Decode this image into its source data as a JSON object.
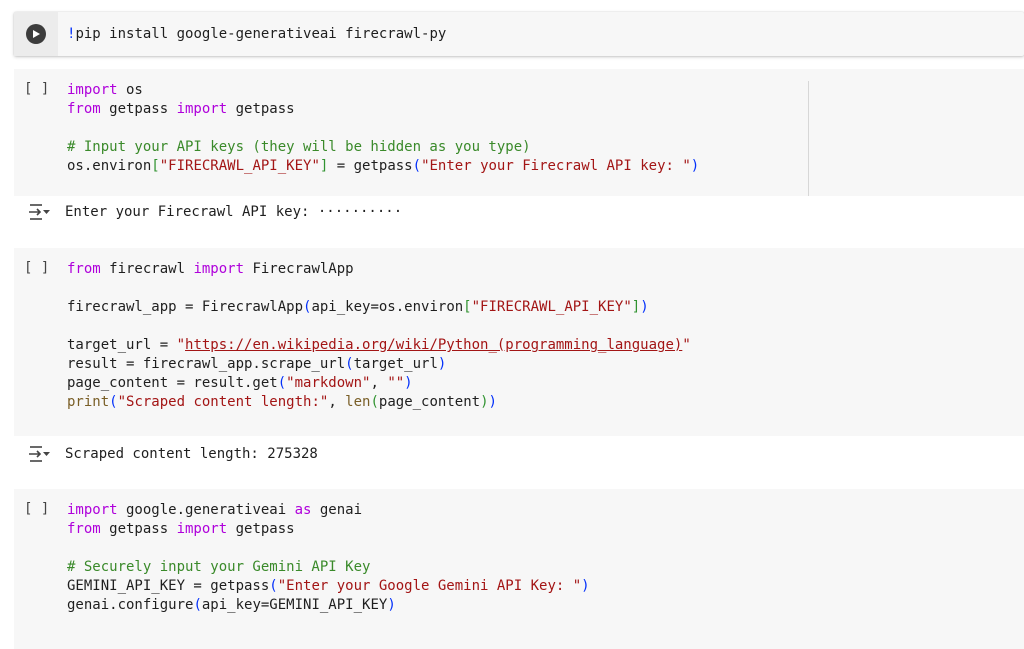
{
  "cells": [
    {
      "id": "cell-1",
      "state": "focused",
      "run_icon": "play-circle-icon",
      "lines": [
        [
          {
            "t": "!",
            "c": "bang"
          },
          {
            "t": "pip install google-generativeai firecrawl-py",
            "c": ""
          }
        ]
      ]
    },
    {
      "id": "cell-2",
      "execution_label": "[ ]",
      "lines": [
        [
          {
            "t": "import",
            "c": "kw"
          },
          {
            "t": " os",
            "c": ""
          }
        ],
        [
          {
            "t": "from",
            "c": "kw"
          },
          {
            "t": " getpass ",
            "c": ""
          },
          {
            "t": "import",
            "c": "kw"
          },
          {
            "t": " getpass",
            "c": ""
          }
        ],
        [],
        [
          {
            "t": "# Input your API keys (they will be hidden as you type)",
            "c": "cm"
          }
        ],
        [
          {
            "t": "os.environ",
            "c": ""
          },
          {
            "t": "[",
            "c": "b2"
          },
          {
            "t": "\"FIRECRAWL_API_KEY\"",
            "c": "str"
          },
          {
            "t": "]",
            "c": "b2"
          },
          {
            "t": " = getpass",
            "c": ""
          },
          {
            "t": "(",
            "c": "b1"
          },
          {
            "t": "\"Enter your Firecrawl API key: \"",
            "c": "str"
          },
          {
            "t": ")",
            "c": "b1"
          }
        ]
      ],
      "output": {
        "icon": "output-collapse-icon",
        "text": "Enter your Firecrawl API key: ··········"
      }
    },
    {
      "id": "cell-3",
      "execution_label": "[ ]",
      "lines": [
        [
          {
            "t": "from",
            "c": "kw"
          },
          {
            "t": " firecrawl ",
            "c": ""
          },
          {
            "t": "import",
            "c": "kw"
          },
          {
            "t": " FirecrawlApp",
            "c": ""
          }
        ],
        [],
        [
          {
            "t": "firecrawl_app = FirecrawlApp",
            "c": ""
          },
          {
            "t": "(",
            "c": "b1"
          },
          {
            "t": "api_key=os.environ",
            "c": ""
          },
          {
            "t": "[",
            "c": "b2"
          },
          {
            "t": "\"FIRECRAWL_API_KEY\"",
            "c": "str"
          },
          {
            "t": "]",
            "c": "b2"
          },
          {
            "t": ")",
            "c": "b1"
          }
        ],
        [],
        [
          {
            "t": "target_url = ",
            "c": ""
          },
          {
            "t": "\"",
            "c": "str"
          },
          {
            "t": "https://en.wikipedia.org/wiki/Python_(programming_language)",
            "c": "url"
          },
          {
            "t": "\"",
            "c": "str"
          }
        ],
        [
          {
            "t": "result = firecrawl_app.scrape_url",
            "c": ""
          },
          {
            "t": "(",
            "c": "b1"
          },
          {
            "t": "target_url",
            "c": ""
          },
          {
            "t": ")",
            "c": "b1"
          }
        ],
        [
          {
            "t": "page_content = result.get",
            "c": ""
          },
          {
            "t": "(",
            "c": "b1"
          },
          {
            "t": "\"markdown\"",
            "c": "str"
          },
          {
            "t": ", ",
            "c": ""
          },
          {
            "t": "\"\"",
            "c": "str"
          },
          {
            "t": ")",
            "c": "b1"
          }
        ],
        [
          {
            "t": "print",
            "c": "fn"
          },
          {
            "t": "(",
            "c": "b1"
          },
          {
            "t": "\"Scraped content length:\"",
            "c": "str"
          },
          {
            "t": ", ",
            "c": ""
          },
          {
            "t": "len",
            "c": "fn"
          },
          {
            "t": "(",
            "c": "b2"
          },
          {
            "t": "page_content",
            "c": ""
          },
          {
            "t": ")",
            "c": "b2"
          },
          {
            "t": ")",
            "c": "b1"
          }
        ]
      ],
      "output": {
        "icon": "output-collapse-icon",
        "text": "Scraped content length: 275328"
      }
    },
    {
      "id": "cell-4",
      "execution_label": "[ ]",
      "lines": [
        [
          {
            "t": "import",
            "c": "kw"
          },
          {
            "t": " google.generativeai ",
            "c": ""
          },
          {
            "t": "as",
            "c": "kw"
          },
          {
            "t": " genai",
            "c": ""
          }
        ],
        [
          {
            "t": "from",
            "c": "kw"
          },
          {
            "t": " getpass ",
            "c": ""
          },
          {
            "t": "import",
            "c": "kw"
          },
          {
            "t": " getpass",
            "c": ""
          }
        ],
        [],
        [
          {
            "t": "# Securely input your Gemini API Key",
            "c": "cm"
          }
        ],
        [
          {
            "t": "GEMINI_API_KEY = getpass",
            "c": ""
          },
          {
            "t": "(",
            "c": "b1"
          },
          {
            "t": "\"Enter your Google Gemini API Key: \"",
            "c": "str"
          },
          {
            "t": ")",
            "c": "b1"
          }
        ],
        [
          {
            "t": "genai.configure",
            "c": ""
          },
          {
            "t": "(",
            "c": "b1"
          },
          {
            "t": "api_key=GEMINI_API_KEY",
            "c": ""
          },
          {
            "t": ")",
            "c": "b1"
          }
        ]
      ]
    }
  ],
  "colors": {
    "cell_bg": "#f7f7f7",
    "keyword": "#af00db",
    "string": "#a31515",
    "comment": "#3a8a2a",
    "builtin": "#795e26",
    "bracket_level1": "#0431fa",
    "bracket_level2": "#319331"
  }
}
